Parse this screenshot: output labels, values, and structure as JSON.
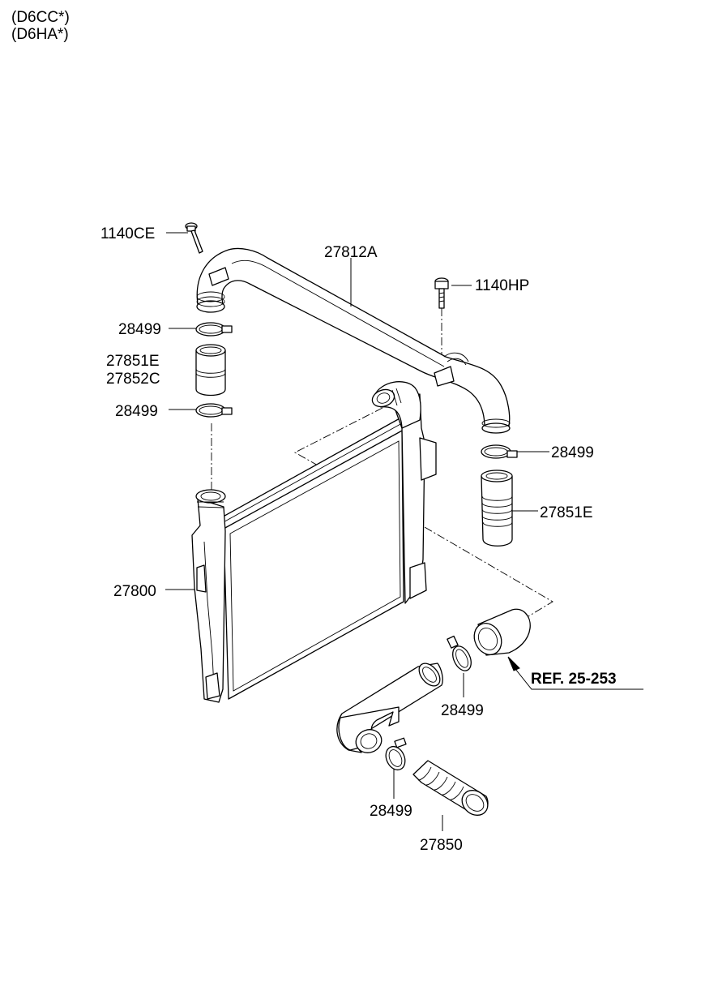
{
  "header": {
    "engine_codes": [
      "(D6CC*)",
      "(D6HA*)"
    ]
  },
  "labels": {
    "bolt_top": "1140CE",
    "hose_upper_pipe": "27812A",
    "bolt_right": "1140HP",
    "clamp_1": "28499",
    "hose_left_a": "27851E",
    "hose_left_b": "27852C",
    "clamp_2": "28499",
    "clamp_3": "28499",
    "hose_right": "27851E",
    "intercooler": "27800",
    "reference": "REF. 25-253",
    "clamp_4": "28499",
    "clamp_5": "28499",
    "hose_lower": "27850"
  }
}
